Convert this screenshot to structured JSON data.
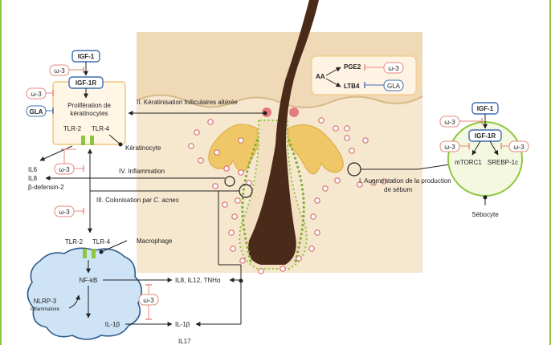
{
  "colors": {
    "skin": "#f6e7cf",
    "skin_dark": "#e9d2ad",
    "hair": "#4a2a18",
    "gland": "#f0c766",
    "keratinocyte_box": "#fff6e6",
    "keratinocyte_border": "#f0c478",
    "sebocyte_fill": "#f4f8e1",
    "sebocyte_border": "#8dc63f",
    "macrophage_fill": "#cfe3f6",
    "macrophage_border": "#2f5d8c",
    "omega_border": "#e58a7d",
    "blue_box": "#3f6fb0",
    "inhibit_line": "#e58a7d",
    "accent_green": "#8dc63f"
  },
  "labels": {
    "igf1_left": "IGF-1",
    "igf1r_left": "IGF-1R",
    "omega3": "ω-3",
    "gla": "GLA",
    "prolif_line1": "Prolifération de",
    "prolif_line2": "kératinocytes",
    "tlr2": "TLR-2",
    "tlr4": "TLR-4",
    "keratinocyte": "Kératinocyte",
    "il6": "IL6",
    "il8": "IL8",
    "beta_defensin": "β-defensin-2",
    "step2": "II. Kératinisation folliculaires altérée",
    "step4": "IV. Inflammation",
    "step3_prefix": "III. Colonisation par ",
    "step3_species": "C. acnes",
    "step1_line1": "I. Augmentation de la production",
    "step1_line2": "de sébum",
    "aa": "AA",
    "pge2": "PGE2",
    "ltb4": "LTB4",
    "igf1_right": "IGF-1",
    "igf1r_right": "IGF-1R",
    "mtorc1": "mTORC1",
    "srebp": "SREBP-1c",
    "sebocyte": "Sébocyte",
    "macrophage": "Macrophage",
    "nfkb": "NF-kB",
    "nlrp3_line1": "NLRP-3",
    "nlrp3_line2": "inflammatoire",
    "il1b": "IL-1β",
    "il8_il12": "IL8, IL12, TNHα",
    "il1b_out": "IL-1β",
    "il17": "IL17"
  }
}
